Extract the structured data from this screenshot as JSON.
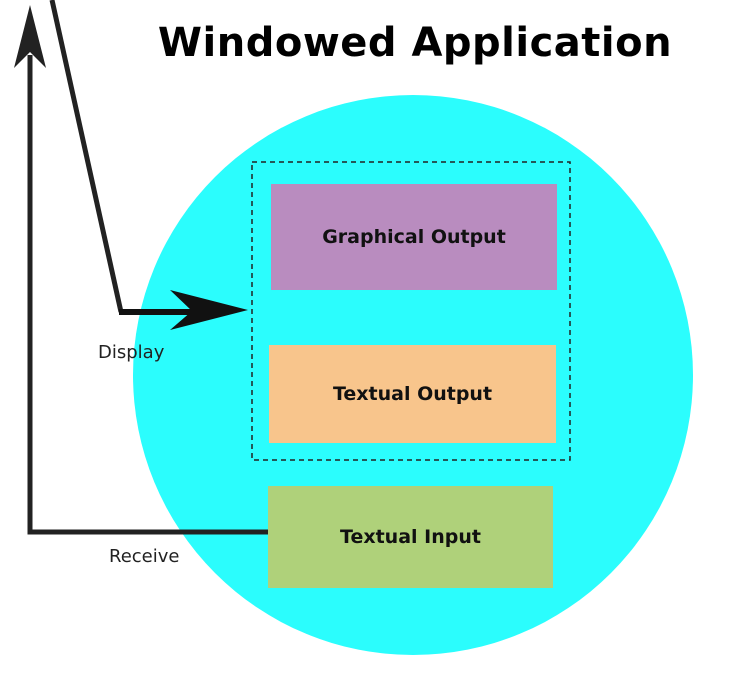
{
  "title": "Windowed Application",
  "boxes": {
    "graphical_output": "Graphical Output",
    "textual_output": "Textual Output",
    "textual_input": "Textual Input"
  },
  "labels": {
    "display": "Display",
    "receive": "Receive"
  },
  "colors": {
    "circle": "#2bfdfd",
    "graphical_output": "#b98cbf",
    "textual_output": "#f8c58c",
    "textual_input": "#afd17a",
    "arrow": "#222222"
  }
}
